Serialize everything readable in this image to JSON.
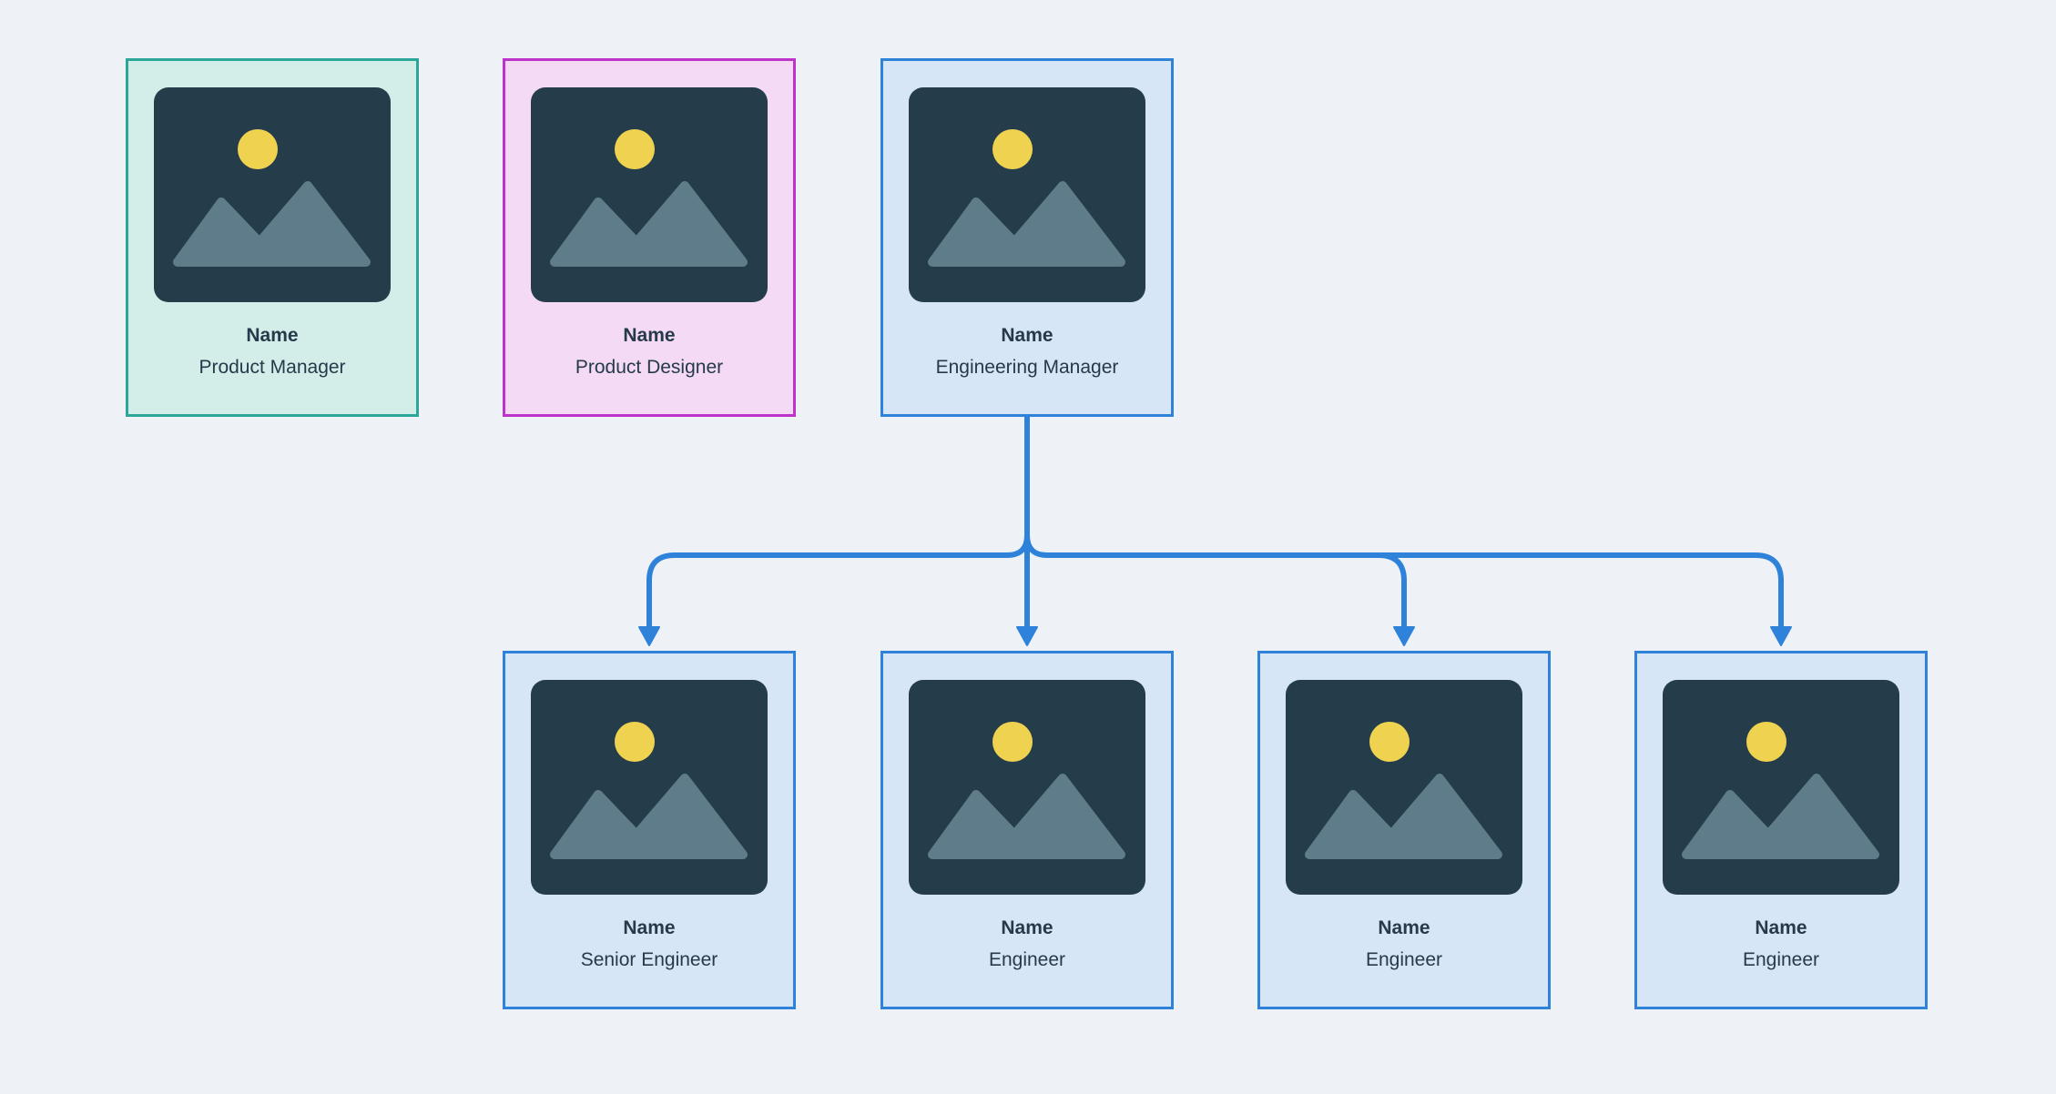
{
  "canvas": {
    "background_color": "#EEF2F6",
    "text_color": "#263A4B"
  },
  "placeholder_icon": {
    "name": "image-placeholder-icon",
    "background_color": "#253D4A",
    "sun_color": "#EED250",
    "mountain_color": "#5E7C8A"
  },
  "connector": {
    "color": "#2E82D9",
    "from": "Engineering Manager",
    "to": [
      "Senior Engineer",
      "Engineer",
      "Engineer",
      "Engineer"
    ]
  },
  "cards": [
    {
      "name": "Name",
      "title": "Product Manager",
      "border_color": "#2BA79A",
      "background_color": "#D3EEE9"
    },
    {
      "name": "Name",
      "title": "Product Designer",
      "border_color": "#BE34CB",
      "background_color": "#F4DAF5"
    },
    {
      "name": "Name",
      "title": "Engineering Manager",
      "border_color": "#2E82D9",
      "background_color": "#D7E6F6"
    },
    {
      "name": "Name",
      "title": "Senior Engineer",
      "border_color": "#2E82D9",
      "background_color": "#D7E6F6"
    },
    {
      "name": "Name",
      "title": "Engineer",
      "border_color": "#2E82D9",
      "background_color": "#D7E6F6"
    },
    {
      "name": "Name",
      "title": "Engineer",
      "border_color": "#2E82D9",
      "background_color": "#D7E6F6"
    },
    {
      "name": "Name",
      "title": "Engineer",
      "border_color": "#2E82D9",
      "background_color": "#D7E6F6"
    }
  ]
}
